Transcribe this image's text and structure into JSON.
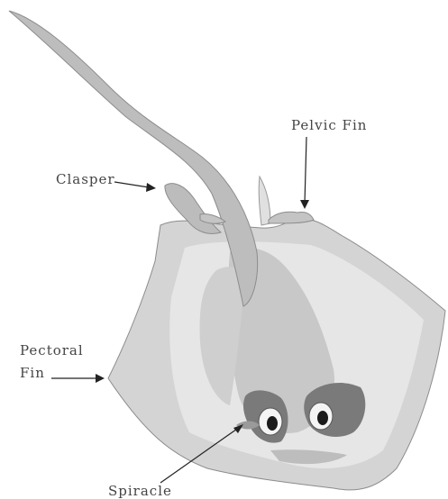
{
  "labels": {
    "pelvic_fin": "Pelvic Fin",
    "clasper": "Clasper",
    "pectoral_fin_line1": "Pectoral",
    "pectoral_fin_line2": "Fin",
    "spiracle": "Spiracle"
  },
  "colors": {
    "background": "#ffffff",
    "body_light": "#d4d4d4",
    "body_outline": "#8c8c8c",
    "inner_shade": "#e8e8e8",
    "tail": "#bdbdbd",
    "dark_patch": "#7a7a7a",
    "eye_white": "#f4f4f4",
    "pupil": "#1a1a1a",
    "arrow": "#222222"
  }
}
